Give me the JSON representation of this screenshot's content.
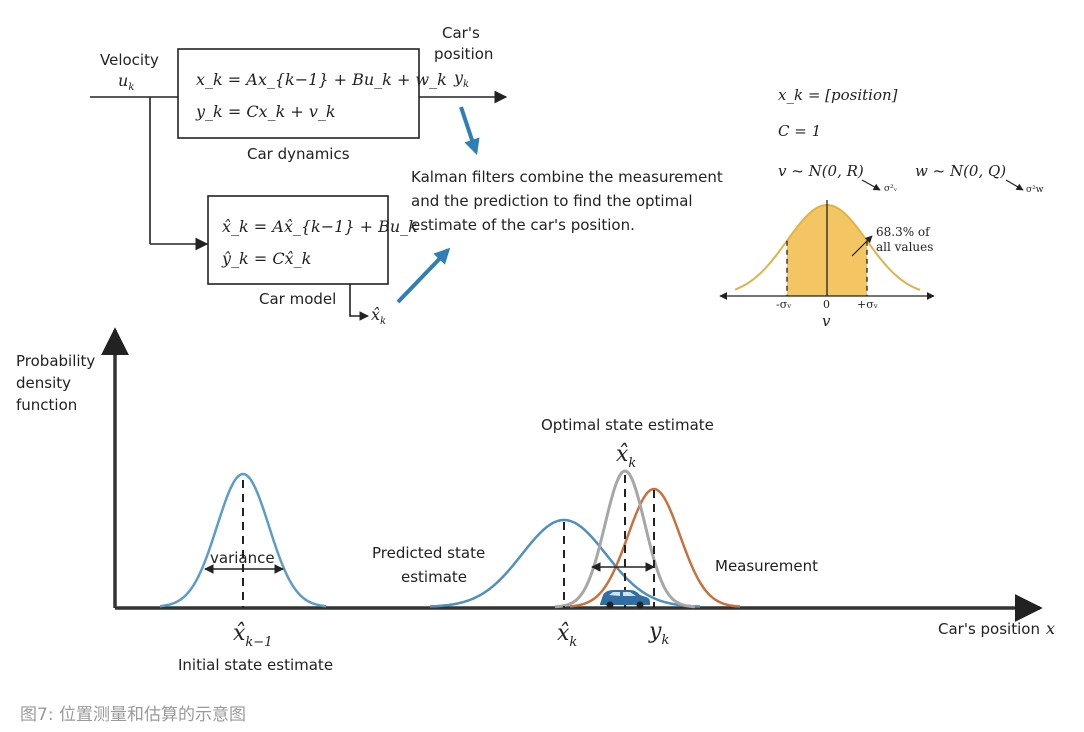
{
  "top": {
    "velocity_label": "Velocity",
    "u_symbol": "u",
    "u_sub": "k",
    "position_label_1": "Car's",
    "position_label_2": "position",
    "y_symbol": "y",
    "y_sub": "k",
    "dynamics_eq1": "x_k = Ax_{k−1} + Bu_k + w_k",
    "dynamics_eq2": "y_k = Cx_k + v_k",
    "dynamics_caption": "Car dynamics",
    "model_eq1": "x̂_k = Ax̂_{k−1} + Bu_k",
    "model_eq2": "ŷ_k = Cx̂_k",
    "model_caption": "Car model",
    "model_output": "x̂",
    "model_output_sub": "k",
    "kalman_text_1": "Kalman filters combine the measurement",
    "kalman_text_2": "and the prediction to find the optimal",
    "kalman_text_3": "estimate of the car's position."
  },
  "noise": {
    "state_def": "x_k = [position]",
    "c_def": "C = 1",
    "v_dist": "v ~ N(0, R)",
    "w_dist": "w ~ N(0, Q)",
    "sigma_v2": "σ²ᵥ",
    "sigma_w2": "σ²w",
    "pct_1": "68.3% of",
    "pct_2": "all values",
    "tick_minus": "-σᵥ",
    "tick_zero": "0",
    "tick_plus": "+σᵥ",
    "axis_var": "v"
  },
  "pdf": {
    "ylabel_1": "Probability",
    "ylabel_2": "density",
    "ylabel_3": "function",
    "xlabel": "Car's position",
    "xlabel_var": "x",
    "variance_label": "variance",
    "initial_symbol": "x̂",
    "initial_sub": "k−1",
    "initial_label": "Initial state estimate",
    "predicted_label_1": "Predicted state",
    "predicted_label_2": "estimate",
    "predicted_symbol": "x̂",
    "predicted_sub": "k",
    "optimal_label": "Optimal state estimate",
    "optimal_symbol": "x̂",
    "optimal_sub": "k",
    "measurement_label": "Measurement",
    "measurement_symbol": "y",
    "measurement_sub": "k"
  },
  "colors": {
    "initial": "#5b9cc8",
    "predicted": "#4f90bd",
    "optimal": "#a7a7a7",
    "measurement": "#c7723c",
    "arrow_blue": "#2f7fb7",
    "normal_fill": "#f2c25b",
    "normal_line": "#e0b24a"
  },
  "caption": "图7: 位置测量和估算的示意图"
}
